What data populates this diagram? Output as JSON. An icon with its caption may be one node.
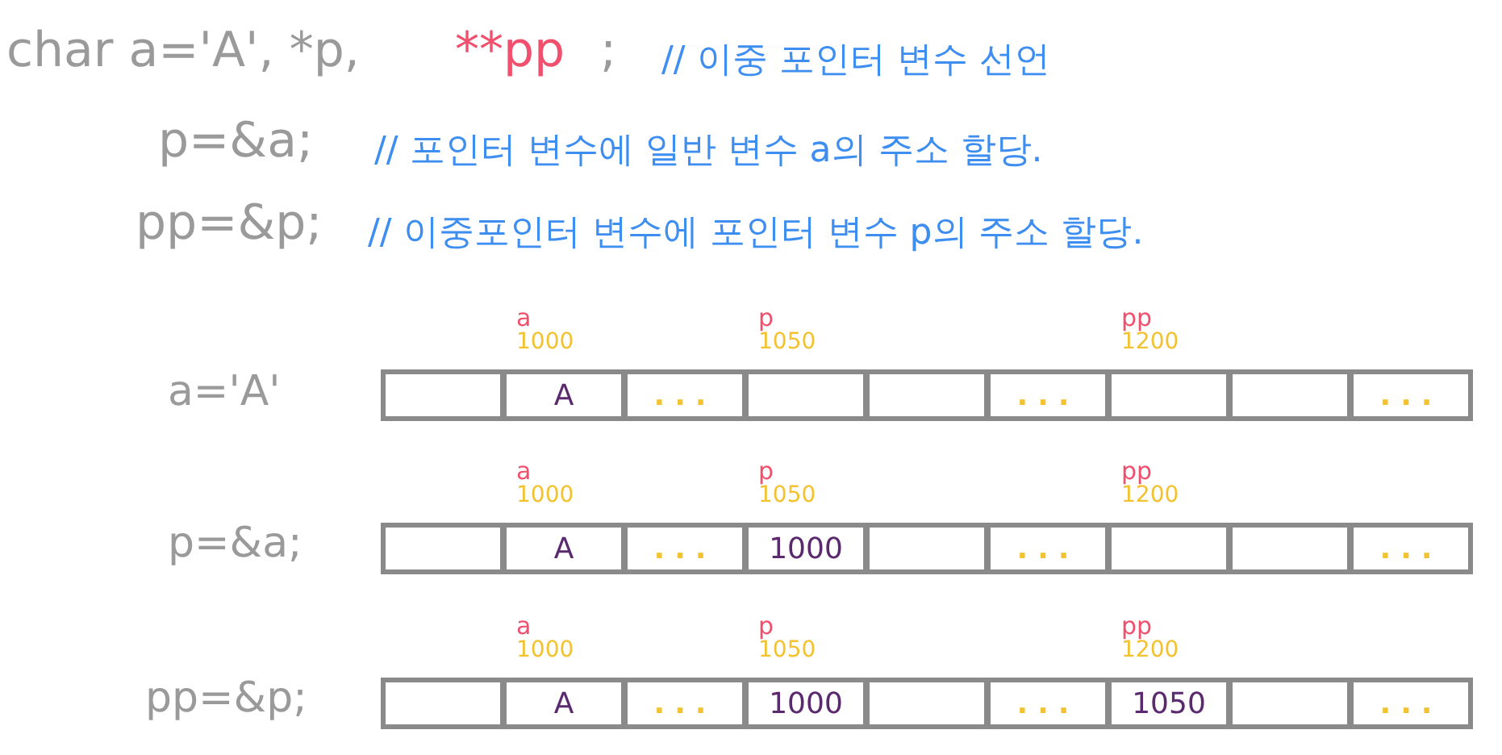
{
  "diagram": {
    "nodes": [
      {
        "text": [],
        "shape": "box"
      },
      {
        "text": [
          "A"
        ],
        "beside": [
          "a",
          "1000"
        ]
      },
      {
        "text": [
          "..."
        ]
      },
      {
        "text": [],
        "shape": "box",
        "beside": [
          "p",
          "1050"
        ]
      },
      {
        "text": [],
        "shape": "box"
      },
      {
        "text": [
          "..."
        ]
      },
      {
        "text": [],
        "shape": "box",
        "beside": [
          "pp",
          "1200"
        ]
      },
      {
        "text": [],
        "shape": "box"
      },
      {
        "text": [
          "..."
        ]
      },
      {
        "text": [],
        "shape": "box"
      },
      {
        "text": [
          "A"
        ],
        "beside": [
          "a",
          "1000"
        ]
      },
      {
        "text": [
          "..."
        ]
      },
      {
        "text": [
          "1000"
        ],
        "beside": [
          "p",
          "1050"
        ]
      },
      {
        "text": [],
        "shape": "box"
      },
      {
        "text": [
          "..."
        ]
      },
      {
        "text": [],
        "shape": "box",
        "beside": [
          "pp",
          "1200"
        ]
      },
      {
        "text": [],
        "shape": "box"
      },
      {
        "text": [
          "..."
        ]
      },
      {
        "text": [],
        "shape": "box"
      },
      {
        "text": [
          "A"
        ],
        "beside": [
          "a",
          "1000"
        ]
      },
      {
        "text": [
          "..."
        ]
      },
      {
        "text": [
          "1000"
        ],
        "beside": [
          "p",
          "1050"
        ]
      },
      {
        "text": [],
        "shape": "box"
      },
      {
        "text": [
          "..."
        ]
      },
      {
        "text": [
          "1050"
        ],
        "beside": [
          "pp",
          "1200"
        ]
      },
      {
        "text": [],
        "shape": "box"
      },
      {
        "text": [
          "..."
        ]
      }
    ],
    "labels": [
      "char a='A', *p,",
      "**pp",
      ";",
      "// 이중 포인터 변수 선언",
      "p=&a;",
      "// 포인터 변수에 일반 변수 a의 주소 할당.",
      "pp=&p;",
      "// 이중포인터 변수에 포인터 변수 p의 주소 할당.",
      "a='A'",
      "p=&a;",
      "pp=&p;"
    ]
  }
}
